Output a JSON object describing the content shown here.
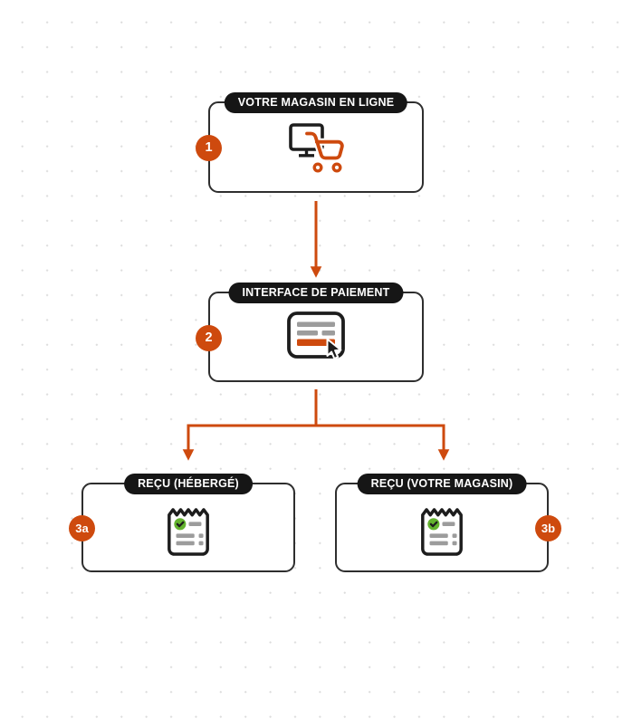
{
  "diagram": {
    "language": "fr",
    "nodes": [
      {
        "id": "step-1",
        "step": "1",
        "label": "VOTRE MAGASIN EN LIGNE",
        "icon": "online-store-cart-icon",
        "badge_side": "left"
      },
      {
        "id": "step-2",
        "step": "2",
        "label": "INTERFACE DE PAIEMENT",
        "icon": "payment-form-cursor-icon",
        "badge_side": "left"
      },
      {
        "id": "step-3a",
        "step": "3a",
        "label": "REÇU (HÉBERGÉ)",
        "icon": "receipt-success-icon",
        "badge_side": "left"
      },
      {
        "id": "step-3b",
        "step": "3b",
        "label": "REÇU (VOTRE MAGASIN)",
        "icon": "receipt-success-icon",
        "badge_side": "right"
      }
    ],
    "edges": [
      {
        "from": "step-1",
        "to": "step-2"
      },
      {
        "from": "step-2",
        "to": "step-3a"
      },
      {
        "from": "step-2",
        "to": "step-3b"
      }
    ],
    "colors": {
      "accent_orange": "#CE4A0E",
      "node_border": "#2E2E2E",
      "pill_background": "#161616",
      "pill_text": "#FFFFFF",
      "icon_outline": "#1D1D1D",
      "icon_gray": "#9C9C9C",
      "icon_green": "#63B32E",
      "background": "#FFFFFF",
      "dot_grid": "#DCDCDC"
    }
  }
}
